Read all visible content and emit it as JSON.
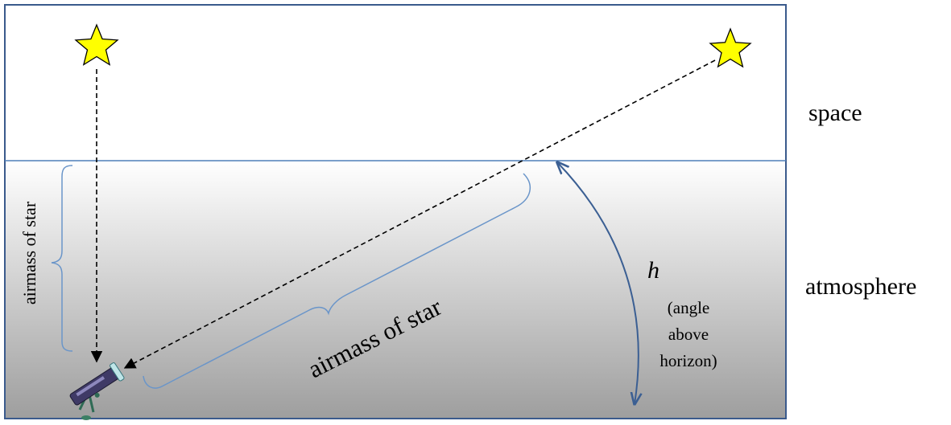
{
  "labels": {
    "space": "space",
    "atmosphere": "atmosphere",
    "airmass_vertical": "airmass of star",
    "airmass_slant": "airmass of star",
    "h_symbol": "h",
    "h_desc_line1": "(angle",
    "h_desc_line2": "above",
    "h_desc_line3": "horizon)"
  },
  "colors": {
    "frame": "#3a5a8c",
    "horizon_line": "#4f7fb8",
    "bracket": "#6a95c9",
    "angle_arc": "#3b5f93",
    "star_fill": "#ffff00",
    "star_stroke": "#000000",
    "ray": "#000000",
    "atmosphere_top": "#ffffff",
    "atmosphere_bottom": "#9e9e9e"
  },
  "icons": [
    "star-icon",
    "star-icon",
    "telescope-icon"
  ]
}
